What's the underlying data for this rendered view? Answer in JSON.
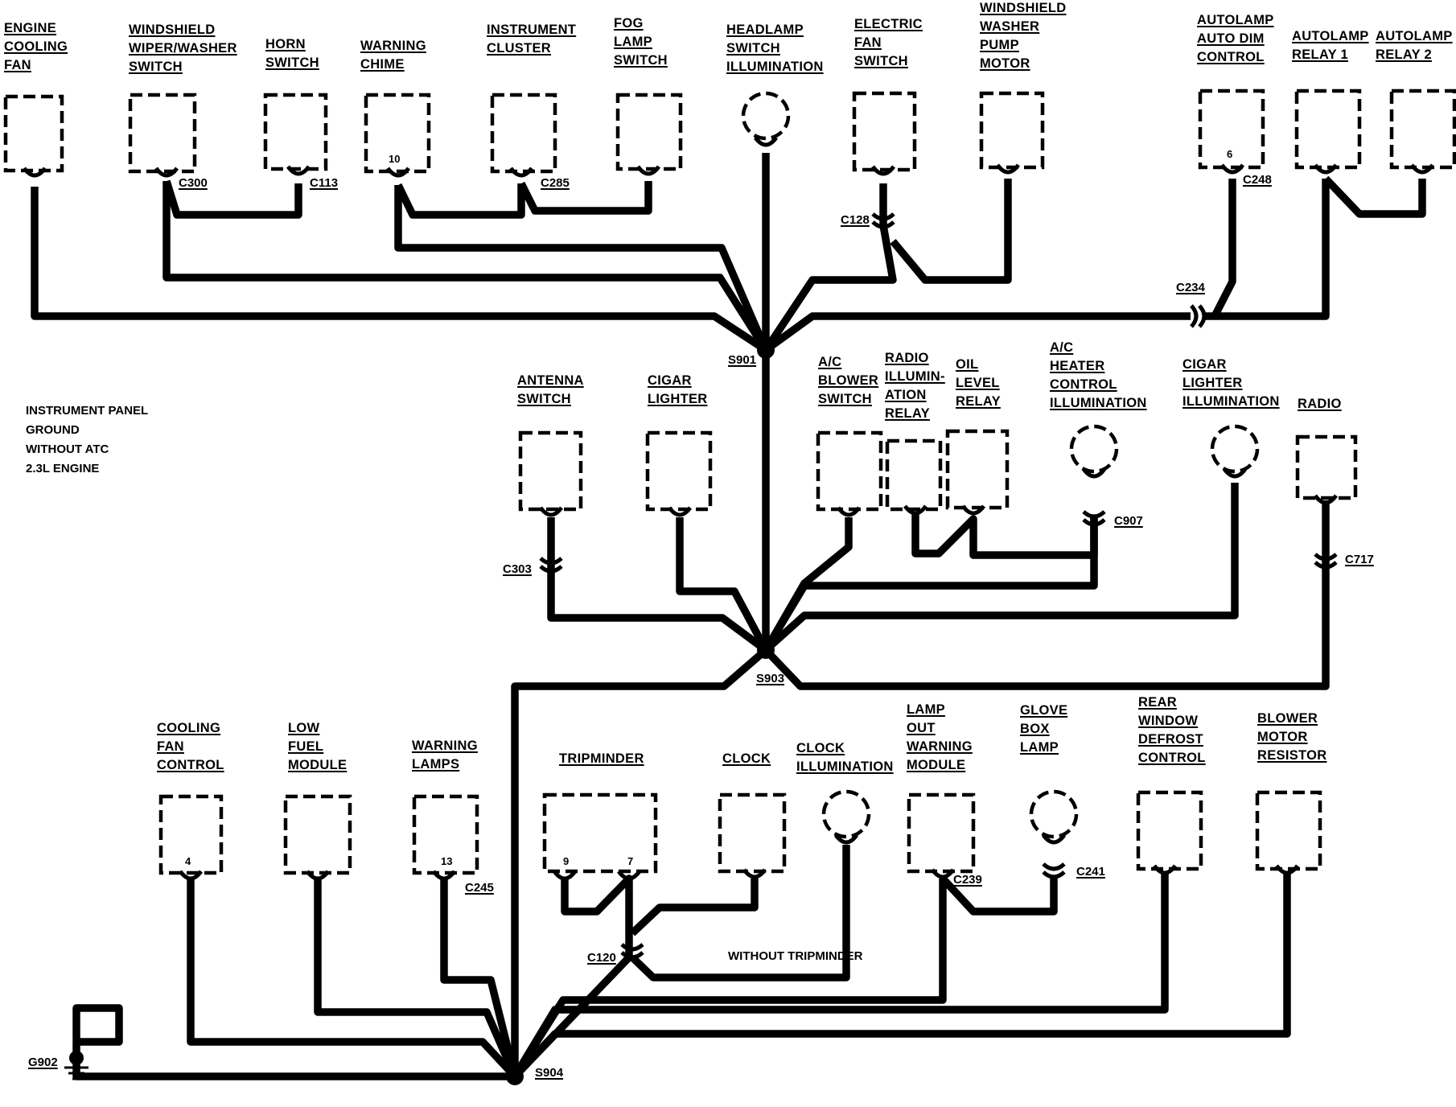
{
  "title_lines": [
    "INSTRUMENT PANEL",
    "GROUND",
    "WITHOUT ATC",
    "2.3L ENGINE"
  ],
  "splices": [
    "S901",
    "S903",
    "S904"
  ],
  "ground": "G902",
  "notes": {
    "without_tripminder": "WITHOUT TRIPMINDER"
  },
  "components": [
    {
      "id": "engine-cooling-fan",
      "lines": [
        "ENGINE",
        "COOLING",
        "FAN"
      ]
    },
    {
      "id": "windshield-wiper-washer-switch",
      "lines": [
        "WINDSHIELD",
        "WIPER/WASHER",
        "SWITCH"
      ],
      "connector": "C300"
    },
    {
      "id": "horn-switch",
      "lines": [
        "HORN",
        "SWITCH"
      ],
      "connector": "C113"
    },
    {
      "id": "warning-chime",
      "lines": [
        "WARNING",
        "CHIME"
      ],
      "pin": "10"
    },
    {
      "id": "instrument-cluster",
      "lines": [
        "INSTRUMENT",
        "CLUSTER"
      ],
      "connector": "C285"
    },
    {
      "id": "fog-lamp-switch",
      "lines": [
        "FOG",
        "LAMP",
        "SWITCH"
      ]
    },
    {
      "id": "headlamp-switch-illumination",
      "lines": [
        "HEADLAMP",
        "SWITCH",
        "ILLUMINATION"
      ]
    },
    {
      "id": "electric-fan-switch",
      "lines": [
        "ELECTRIC",
        "FAN",
        "SWITCH"
      ],
      "connector": "C128"
    },
    {
      "id": "windshield-washer-pump-motor",
      "lines": [
        "WINDSHIELD",
        "WASHER",
        "PUMP",
        "MOTOR"
      ]
    },
    {
      "id": "autolamp-auto-dim-control",
      "lines": [
        "AUTOLAMP",
        "AUTO DIM",
        "CONTROL"
      ],
      "connector": "C248",
      "pin": "6"
    },
    {
      "id": "autolamp-relay-1",
      "lines": [
        "AUTOLAMP",
        "RELAY 1"
      ]
    },
    {
      "id": "autolamp-relay-2",
      "lines": [
        "AUTOLAMP",
        "RELAY 2"
      ]
    },
    {
      "id": "inline-c234",
      "connector": "C234"
    },
    {
      "id": "antenna-switch",
      "lines": [
        "ANTENNA",
        "SWITCH"
      ],
      "connector": "C303"
    },
    {
      "id": "cigar-lighter",
      "lines": [
        "CIGAR",
        "LIGHTER"
      ]
    },
    {
      "id": "ac-blower-switch",
      "lines": [
        "A/C",
        "BLOWER",
        "SWITCH"
      ]
    },
    {
      "id": "radio-illumination-relay",
      "lines": [
        "RADIO",
        "ILLUMIN-",
        "ATION",
        "RELAY"
      ]
    },
    {
      "id": "oil-level-relay",
      "lines": [
        "OIL",
        "LEVEL",
        "RELAY"
      ]
    },
    {
      "id": "ac-heater-control-illumination",
      "lines": [
        "A/C",
        "HEATER",
        "CONTROL",
        "ILLUMINATION"
      ],
      "connector": "C907"
    },
    {
      "id": "cigar-lighter-illumination",
      "lines": [
        "CIGAR",
        "LIGHTER",
        "ILLUMINATION"
      ]
    },
    {
      "id": "radio",
      "lines": [
        "RADIO"
      ],
      "connector": "C717"
    },
    {
      "id": "cooling-fan-control",
      "lines": [
        "COOLING",
        "FAN",
        "CONTROL"
      ],
      "pin": "4"
    },
    {
      "id": "low-fuel-module",
      "lines": [
        "LOW",
        "FUEL",
        "MODULE"
      ]
    },
    {
      "id": "warning-lamps",
      "lines": [
        "WARNING",
        "LAMPS"
      ],
      "connector": "C245",
      "pin": "13"
    },
    {
      "id": "tripminder",
      "lines": [
        "TRIPMINDER"
      ],
      "pins": [
        "9",
        "7"
      ],
      "connector": "C120"
    },
    {
      "id": "clock",
      "lines": [
        "CLOCK"
      ]
    },
    {
      "id": "clock-illumination",
      "lines": [
        "CLOCK",
        "ILLUMINATION"
      ]
    },
    {
      "id": "lamp-out-warning-module",
      "lines": [
        "LAMP",
        "OUT",
        "WARNING",
        "MODULE"
      ],
      "connector": "C239"
    },
    {
      "id": "glove-box-lamp",
      "lines": [
        "GLOVE",
        "BOX",
        "LAMP"
      ],
      "connector": "C241"
    },
    {
      "id": "rear-window-defrost-control",
      "lines": [
        "REAR",
        "WINDOW",
        "DEFROST",
        "CONTROL"
      ]
    },
    {
      "id": "blower-motor-resistor",
      "lines": [
        "BLOWER",
        "MOTOR",
        "RESISTOR"
      ]
    }
  ]
}
